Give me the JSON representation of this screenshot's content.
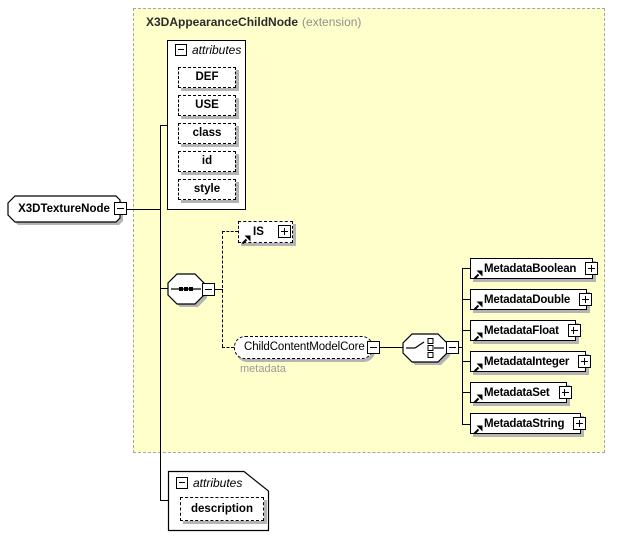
{
  "header": {
    "title": "X3DAppearanceChildNode",
    "suffix": "(extension)"
  },
  "root_node": {
    "label": "X3DTextureNode"
  },
  "attributes_top": {
    "label": "attributes",
    "items": [
      "DEF",
      "USE",
      "class",
      "id",
      "style"
    ]
  },
  "is_node": {
    "label": "IS"
  },
  "child_content": {
    "label": "ChildContentModelCore",
    "annotation": "metadata"
  },
  "metadata_nodes": [
    "MetadataBoolean",
    "MetadataDouble",
    "MetadataFloat",
    "MetadataInteger",
    "MetadataSet",
    "MetadataString"
  ],
  "attributes_bottom": {
    "label": "attributes",
    "items": [
      "description"
    ]
  },
  "icons": {
    "collapse": "minus-toggle",
    "expand": "plus-toggle",
    "sequence": "sequence-compositor",
    "choice": "choice-compositor",
    "reference": "northeast-arrow"
  },
  "colors": {
    "container_fill": "#ffffcc",
    "container_border": "#a6a6a6",
    "node_border": "#000000",
    "shadow": "#b4b4b4",
    "annotation_text": "#9a9a9a",
    "header_suffix": "#8f8f8f"
  }
}
